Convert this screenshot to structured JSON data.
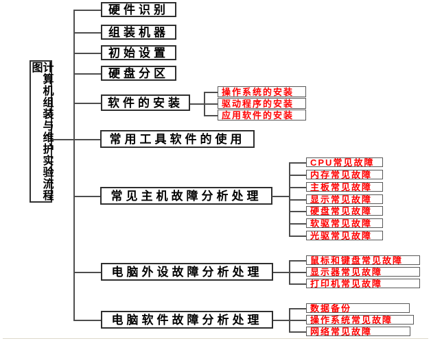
{
  "colors": {
    "line": "#4c4c4c",
    "box_border": "#2e2e2e",
    "sub_box_border": "#565656",
    "text": "#000000",
    "accent_red": "#ff0000",
    "footer_line": "#ddd8c9"
  },
  "tree": {
    "root": {
      "label": "计算机组装与维护实验流程图"
    },
    "level1": [
      {
        "label": "硬件识别"
      },
      {
        "label": "组装机器"
      },
      {
        "label": "初始设置"
      },
      {
        "label": "硬盘分区"
      },
      {
        "label": "软件的安装",
        "children": [
          "操作系统的安装",
          "驱动程序的安装",
          "应用软件的安装"
        ]
      },
      {
        "label": "常用工具软件的使用"
      },
      {
        "label": "常见主机故障分析处理",
        "children": [
          "CPU常见故障",
          "内存常见故障",
          "主板常见故障",
          "显示常见故障",
          "硬盘常见故障",
          "软驱常见故障",
          "光驱常见故障"
        ]
      },
      {
        "label": "电脑外设故障分析处理",
        "children": [
          "鼠标和键盘常见故障",
          "显示器常见故障",
          "打印机常见故障"
        ]
      },
      {
        "label": "电脑软件故障分析处理",
        "children": [
          "数据备份",
          "操作系统常见故障",
          "网络常见故障"
        ]
      }
    ]
  }
}
